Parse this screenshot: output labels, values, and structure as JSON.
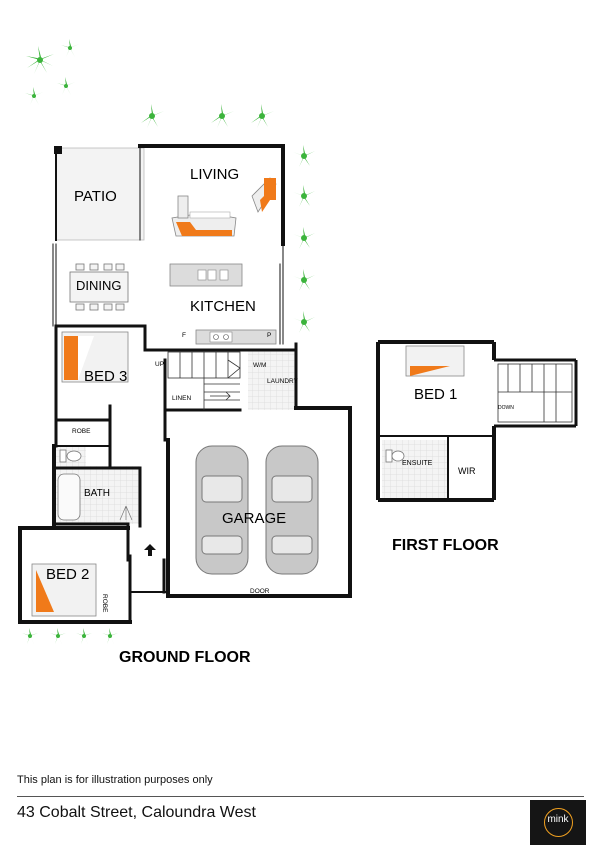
{
  "rooms": {
    "patio": "PATIO",
    "living": "LIVING",
    "dining": "DINING",
    "kitchen": "KITCHEN",
    "bed3": "BED 3",
    "bath": "BATH",
    "bed2": "BED 2",
    "garage": "GARAGE",
    "bed1": "BED 1",
    "ensuite": "ENSUITE",
    "wir": "WIR"
  },
  "fixtures": {
    "f": "F",
    "p": "P",
    "up": "UP",
    "wm": "W/M",
    "laundry": "LAUNDRY",
    "linen": "LINEN",
    "robe_bed3": "ROBE",
    "robe_bed2": "ROBE",
    "garage_door": "DOOR",
    "down": "DOWN"
  },
  "floors": {
    "ground": "GROUND FLOOR",
    "first": "FIRST FLOOR"
  },
  "footer": {
    "disclaimer": "This plan is for illustration purposes only",
    "address": "43 Cobalt Street, Caloundra West",
    "logo_text": "mink"
  },
  "colors": {
    "wall": "#111111",
    "accent": "#f07a1a",
    "plant": "#3cb43c"
  }
}
